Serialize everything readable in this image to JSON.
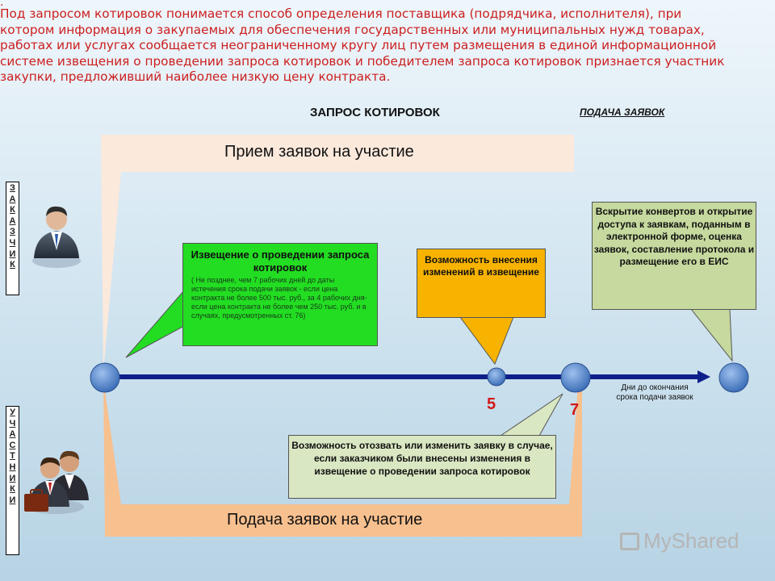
{
  "intro": {
    "dot": ".",
    "text": "Под запросом котировок понимается способ определения поставщика (подрядчика, исполнителя), при котором информация о закупаемых для обеспечения государственных или муниципальных нужд товарах, работах или услугах сообщается неограниченному кругу лиц путем размещения в единой информационной системе извещения о проведении запроса котировок и победителем запроса котировок признается участник закупки, предложивший наиболее низкую цену контракта."
  },
  "header": {
    "title": "ЗАПРОС КОТИРОВОК",
    "subtitle": "ПОДАЧА ЗАЯВОК"
  },
  "sidebar": {
    "customer_letters": [
      "З",
      "А",
      "К",
      "А",
      "З",
      "Ч",
      "И",
      "К"
    ],
    "participants_letters": [
      "У",
      "Ч",
      "А",
      "С",
      "Т",
      "Н",
      "И",
      "К",
      "И"
    ]
  },
  "bands": {
    "top_label": "Прием заявок на участие",
    "bottom_label": "Подача заявок на участие"
  },
  "boxes": {
    "notice_title": "Извещение о проведении запроса котировок",
    "notice_details": "( Не позднее, чем 7 рабочих дней до даты истечения срока подачи заявок - если цена контракта не более 500 тыс. руб., за 4 рабочих дня- если цена контракта не более чем 250 тыс. руб. и в случаях, предусмотренных ст. 76)",
    "change_notice": "Возможность внесения изменений в извещение",
    "opening": "Вскрытие конвертов и открытие доступа к заявкам, поданным в электронной форме, оценка заявок, составление протокола и размещение его в ЕИС",
    "withdraw": "Возможность отозвать или изменить заявку в случае, если заказчиком были внесены изменения в извещение о проведении запроса котировок"
  },
  "timeline": {
    "day_5": "5",
    "day_7": "7",
    "days_label": "Дни до окончания срока подачи заявок"
  },
  "watermark": {
    "text": "MyShared"
  },
  "colors": {
    "intro_text": "#cc1f1f",
    "timeline": "#0f1f8a",
    "node": "#5f8fd0",
    "band_top": "#fbe9dc",
    "band_bottom": "#f7c08f",
    "notice_box": "#22dd22",
    "change_box": "#f7b300",
    "opening_box": "#c6d99e",
    "withdraw_box": "#d9e7c2",
    "number_red": "#d01818"
  }
}
